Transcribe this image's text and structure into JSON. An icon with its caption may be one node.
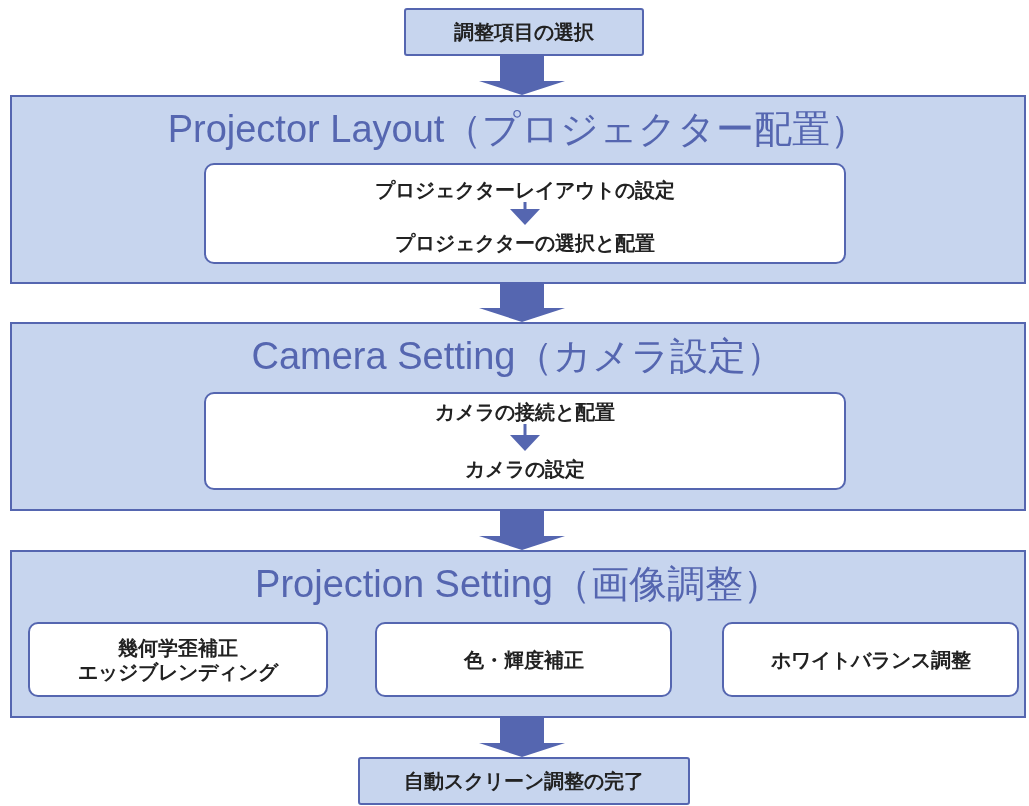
{
  "diagram": {
    "nodes": [
      {
        "text": [
          "調整項目の選択"
        ]
      },
      {
        "text": [
          "Projector Layout（プロジェクター配置）"
        ]
      },
      {
        "text": [],
        "shape": "box",
        "in": 1
      },
      {
        "text": [
          "プロジェクターレイアウトの設定"
        ],
        "in": 2
      },
      {
        "text": [
          "プロジェクターの選択と配置"
        ],
        "in": 2
      },
      {
        "text": [
          "Camera Setting（カメラ設定）"
        ]
      },
      {
        "text": [],
        "shape": "box",
        "in": 5
      },
      {
        "text": [
          "カメラの接続と配置"
        ],
        "in": 6
      },
      {
        "text": [
          "カメラの設定"
        ],
        "in": 6
      },
      {
        "text": [
          "Projection Setting（画像調整）"
        ]
      },
      {
        "text": [
          "幾何学歪補正",
          "エッジブレンディング"
        ],
        "in": 9
      },
      {
        "text": [
          "色・輝度補正"
        ],
        "in": 9
      },
      {
        "text": [
          "ホワイトバランス調整"
        ],
        "in": 9
      },
      {
        "text": [
          "自動スクリーン調整の完了"
        ]
      }
    ],
    "edges": [
      {
        "from": 0,
        "to": 1,
        "arrow": "to"
      },
      {
        "from": 3,
        "to": 4,
        "arrow": "to"
      },
      {
        "from": 1,
        "to": 5,
        "arrow": "to"
      },
      {
        "from": 7,
        "to": 8,
        "arrow": "to"
      },
      {
        "from": 5,
        "to": 9,
        "arrow": "to"
      },
      {
        "from": 9,
        "to": 13,
        "arrow": "to"
      }
    ]
  }
}
